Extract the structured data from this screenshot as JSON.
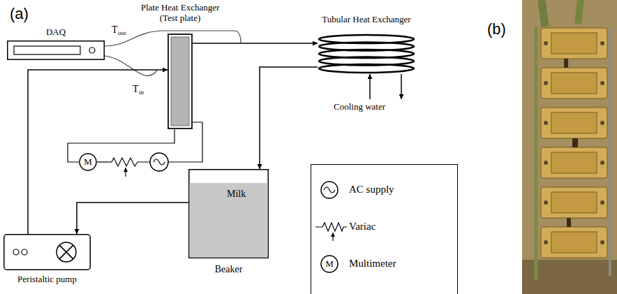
{
  "diagram": {
    "nodes": [
      {
        "text": [
          "DAQ"
        ]
      },
      {
        "text": [
          "Plate Heat Exchanger (Test plate)"
        ]
      },
      {
        "text": [
          "Tubular Heat Exchanger"
        ]
      },
      {
        "text": [
          "M"
        ]
      },
      {
        "text": [
          "Milk",
          "Beaker"
        ]
      },
      {
        "text": [
          "Peristaltic pump"
        ]
      }
    ],
    "edges": [
      {
        "from": 1,
        "to": 2,
        "arrow": "to"
      },
      {
        "from": 2,
        "to": 4,
        "arrow": "to"
      },
      {
        "from": 4,
        "to": 5,
        "arrow": "to"
      },
      {
        "from": 5,
        "to": 1,
        "arrow": "to"
      },
      {
        "from": 1,
        "to": 3,
        "arrow": "none"
      }
    ],
    "labels": [
      "(a)",
      "(b)",
      "T",
      "out",
      "T",
      "in",
      "Cooling water",
      "M"
    ],
    "legend": [
      {
        "text": "AC supply"
      },
      {
        "text": "Variac"
      },
      {
        "text": "Multimeter"
      }
    ]
  }
}
